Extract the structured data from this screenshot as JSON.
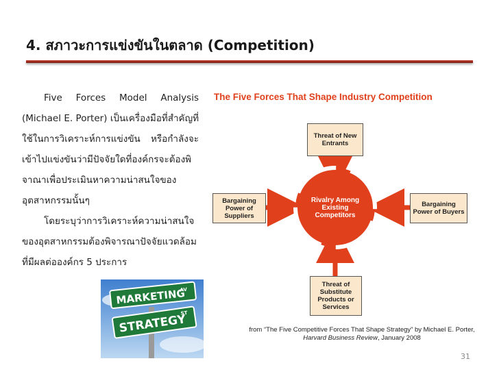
{
  "slide": {
    "title": "4. สภาวะการแข่งขันในตลาด (Competition)",
    "page_number": "31"
  },
  "body": {
    "paragraph_1": "Five Forces Model Analysis (Michael E. Porter) เป็นเครื่องมือที่สำคัญที่ใช้ในการวิเคราะห์การแข่งขัน หรือกำลังจะเข้าไปแข่งขันว่ามีปัจจัยใดที่องค์กรจะต้องพิจาณาเพื่อประเมินหาความน่าสนใจของอุตสาหกรรมนั้นๆ",
    "paragraph_2": "โดยระบุว่าการวิเคราะห์ความน่าสนใจของอุตสาหกรรมต้องพิจารณาปัจจัยแวดล้อมที่มีผลต่อองค์กร 5 ประการ"
  },
  "photo": {
    "sign_top": "MARKETING",
    "sign_top_suffix": "AV",
    "sign_bottom": "STRATEGY",
    "sign_bottom_suffix": "ST"
  },
  "diagram": {
    "title": "The Five Forces That Shape Industry Competition",
    "center": "Rivalry Among Existing Competitors",
    "top": "Threat of New Entrants",
    "left": "Bargaining Power of Suppliers",
    "right": "Bargaining Power of Buyers",
    "bottom": "Threat of Substitute Products or Services",
    "source_prefix": "from “The Five Competitive Forces That Shape Strategy” by Michael E. Porter,",
    "source_journal": "Harvard Business Review",
    "source_date": ", January 2008",
    "colors": {
      "accent": "#e0401c",
      "box_fill": "#fbe8cc",
      "title_rule": "#c0392b"
    }
  }
}
